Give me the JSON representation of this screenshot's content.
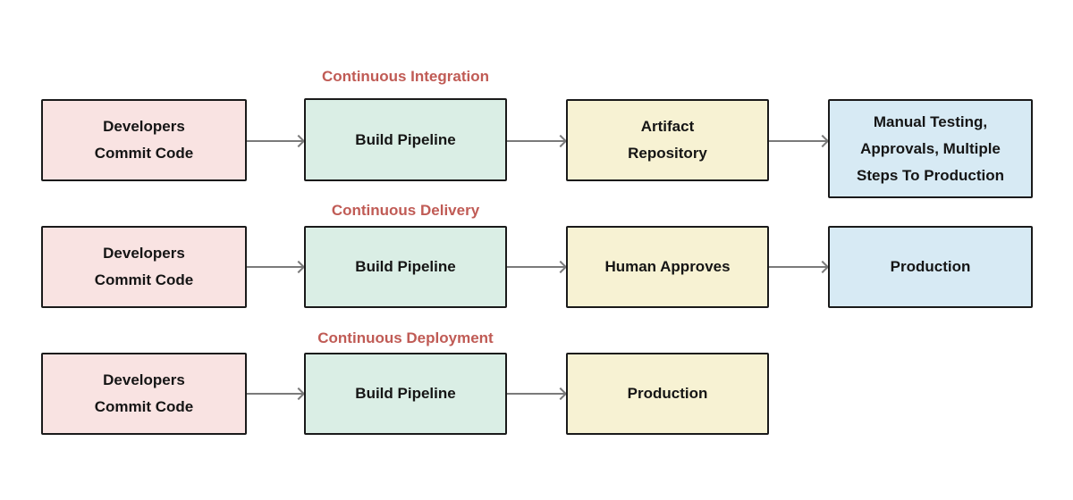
{
  "diagram": {
    "background": "#ffffff"
  },
  "colors": {
    "pink": "#f9e3e2",
    "green": "#daeee5",
    "yellow": "#f7f2d3",
    "blue": "#d7eaf4",
    "border": "#1a1a1a",
    "arrow": "#7a7a7a",
    "title": "#c05b55",
    "text": "#151515"
  },
  "rows": [
    {
      "title": "Continuous Integration",
      "nodes": [
        {
          "label": "Developers\nCommit Code",
          "color": "pink"
        },
        {
          "label": "Build Pipeline",
          "color": "green"
        },
        {
          "label": "Artifact\nRepository",
          "color": "yellow"
        },
        {
          "label": "Manual Testing,\nApprovals, Multiple\nSteps To Production",
          "color": "blue"
        }
      ]
    },
    {
      "title": "Continuous Delivery",
      "nodes": [
        {
          "label": "Developers\nCommit Code",
          "color": "pink"
        },
        {
          "label": "Build Pipeline",
          "color": "green"
        },
        {
          "label": "Human Approves",
          "color": "yellow"
        },
        {
          "label": "Production",
          "color": "blue"
        }
      ]
    },
    {
      "title": "Continuous Deployment",
      "nodes": [
        {
          "label": "Developers\nCommit Code",
          "color": "pink"
        },
        {
          "label": "Build Pipeline",
          "color": "green"
        },
        {
          "label": "Production",
          "color": "yellow"
        }
      ]
    }
  ]
}
